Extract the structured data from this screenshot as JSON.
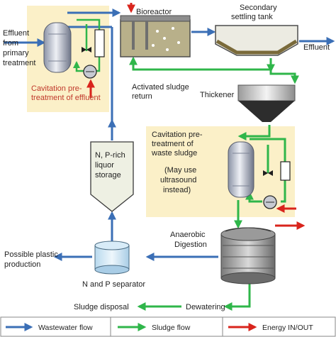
{
  "labels": {
    "effluent_in": [
      "Effluent",
      "from",
      "primary",
      "treatment"
    ],
    "bioreactor": "Bioreactor",
    "secondary_tank": [
      "Secondary",
      "settling tank"
    ],
    "effluent_out": "Effluent",
    "cavitation_effluent": [
      "Cavitation pre-",
      "treatment of effluent"
    ],
    "activated_sludge": [
      "Activated sludge",
      "return"
    ],
    "thickener": "Thickener",
    "cavitation_sludge": [
      "Cavitation pre-",
      "treatment of",
      "waste sludge"
    ],
    "ultrasound_note": [
      "(May use",
      "ultrasound",
      "instead)"
    ],
    "liquor_storage": [
      "N, P-rich",
      "liquor",
      "storage"
    ],
    "anaerobic": [
      "Anaerobic",
      "Digestion"
    ],
    "plastic": [
      "Possible plastic",
      "production"
    ],
    "np_separator": "N and P separator",
    "sludge_disposal": "Sludge disposal",
    "dewatering": "Dewatering"
  },
  "legend": {
    "wastewater": "Wastewater flow",
    "sludge": "Sludge flow",
    "energy": "Energy IN/OUT"
  },
  "colors": {
    "wastewater": "#3b6fb6",
    "sludge": "#2fb64a",
    "energy": "#d9241c",
    "highlight_box": "#fbf0c8"
  },
  "icons": [
    "pump-icon",
    "valve-icon",
    "heat-exchanger-icon",
    "cavitation-reactor-icon"
  ]
}
